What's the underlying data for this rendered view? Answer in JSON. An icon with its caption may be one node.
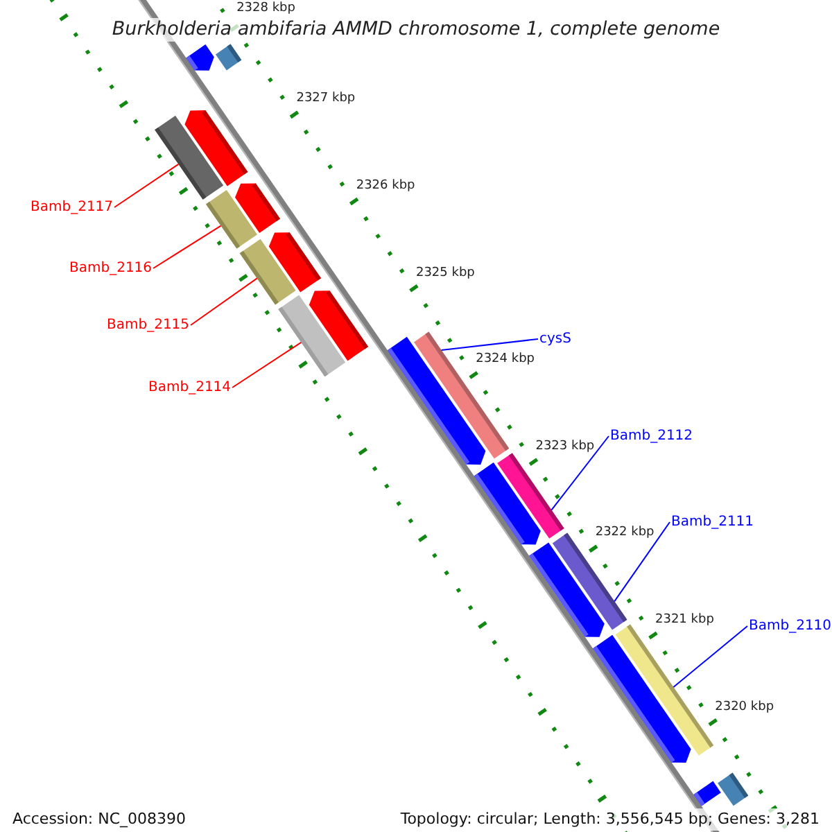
{
  "diagram": {
    "title": "Burkholderia ambifaria AMMD chromosome 1, complete genome",
    "nodes": [
      {
        "text": [
          "Bamb_2117"
        ]
      },
      {
        "text": [
          "Bamb_2116"
        ]
      },
      {
        "text": [
          "Bamb_2115"
        ]
      },
      {
        "text": [
          "Bamb_2114"
        ]
      },
      {
        "text": [
          "cysS"
        ]
      },
      {
        "text": [
          "Bamb_2112"
        ]
      },
      {
        "text": [
          "Bamb_2111"
        ]
      },
      {
        "text": [
          "Bamb_2110"
        ]
      },
      {
        "text": [],
        "shape": "bar"
      },
      {
        "text": [],
        "shape": "bar"
      },
      {
        "text": [],
        "shape": "bar"
      },
      {
        "text": [],
        "shape": "bar"
      },
      {
        "text": [],
        "shape": "bar"
      },
      {
        "text": [],
        "shape": "bar"
      },
      {
        "text": [],
        "shape": "bar"
      },
      {
        "text": [],
        "shape": "bar"
      },
      {
        "text": [],
        "shape": "arrow"
      },
      {
        "text": [],
        "shape": "arrow"
      },
      {
        "text": [],
        "shape": "arrow"
      },
      {
        "text": [],
        "shape": "arrow"
      },
      {
        "text": [],
        "shape": "arrow"
      },
      {
        "text": [],
        "shape": "arrow"
      },
      {
        "text": [],
        "shape": "bar"
      },
      {
        "text": [],
        "shape": "bar"
      },
      {
        "text": [],
        "shape": "arrow"
      },
      {
        "text": [],
        "shape": "arrow"
      },
      {
        "text": [],
        "shape": "arrow"
      },
      {
        "text": [],
        "shape": "arrow"
      }
    ],
    "edges": [
      {
        "from": 0,
        "to": 8,
        "arrow": "none",
        "color": "#ff0000"
      },
      {
        "from": 1,
        "to": 9,
        "arrow": "none",
        "color": "#ff0000"
      },
      {
        "from": 2,
        "to": 10,
        "arrow": "none",
        "color": "#ff0000"
      },
      {
        "from": 3,
        "to": 11,
        "arrow": "none",
        "color": "#ff0000"
      },
      {
        "from": 4,
        "to": 12,
        "arrow": "none",
        "color": "#0000ff"
      },
      {
        "from": 5,
        "to": 13,
        "arrow": "none",
        "color": "#0000ff"
      },
      {
        "from": 6,
        "to": 14,
        "arrow": "none",
        "color": "#0000ff"
      },
      {
        "from": 7,
        "to": 15,
        "arrow": "none",
        "color": "#0000ff"
      }
    ],
    "labels": [
      "2328 kbp",
      "2327 kbp",
      "2326 kbp",
      "2325 kbp",
      "2324 kbp",
      "2323 kbp",
      "2322 kbp",
      "2321 kbp",
      "2320 kbp",
      "Accession: NC_008390",
      "Topology: circular; Length: 3,556,545 bp; Genes: 3,281"
    ]
  }
}
